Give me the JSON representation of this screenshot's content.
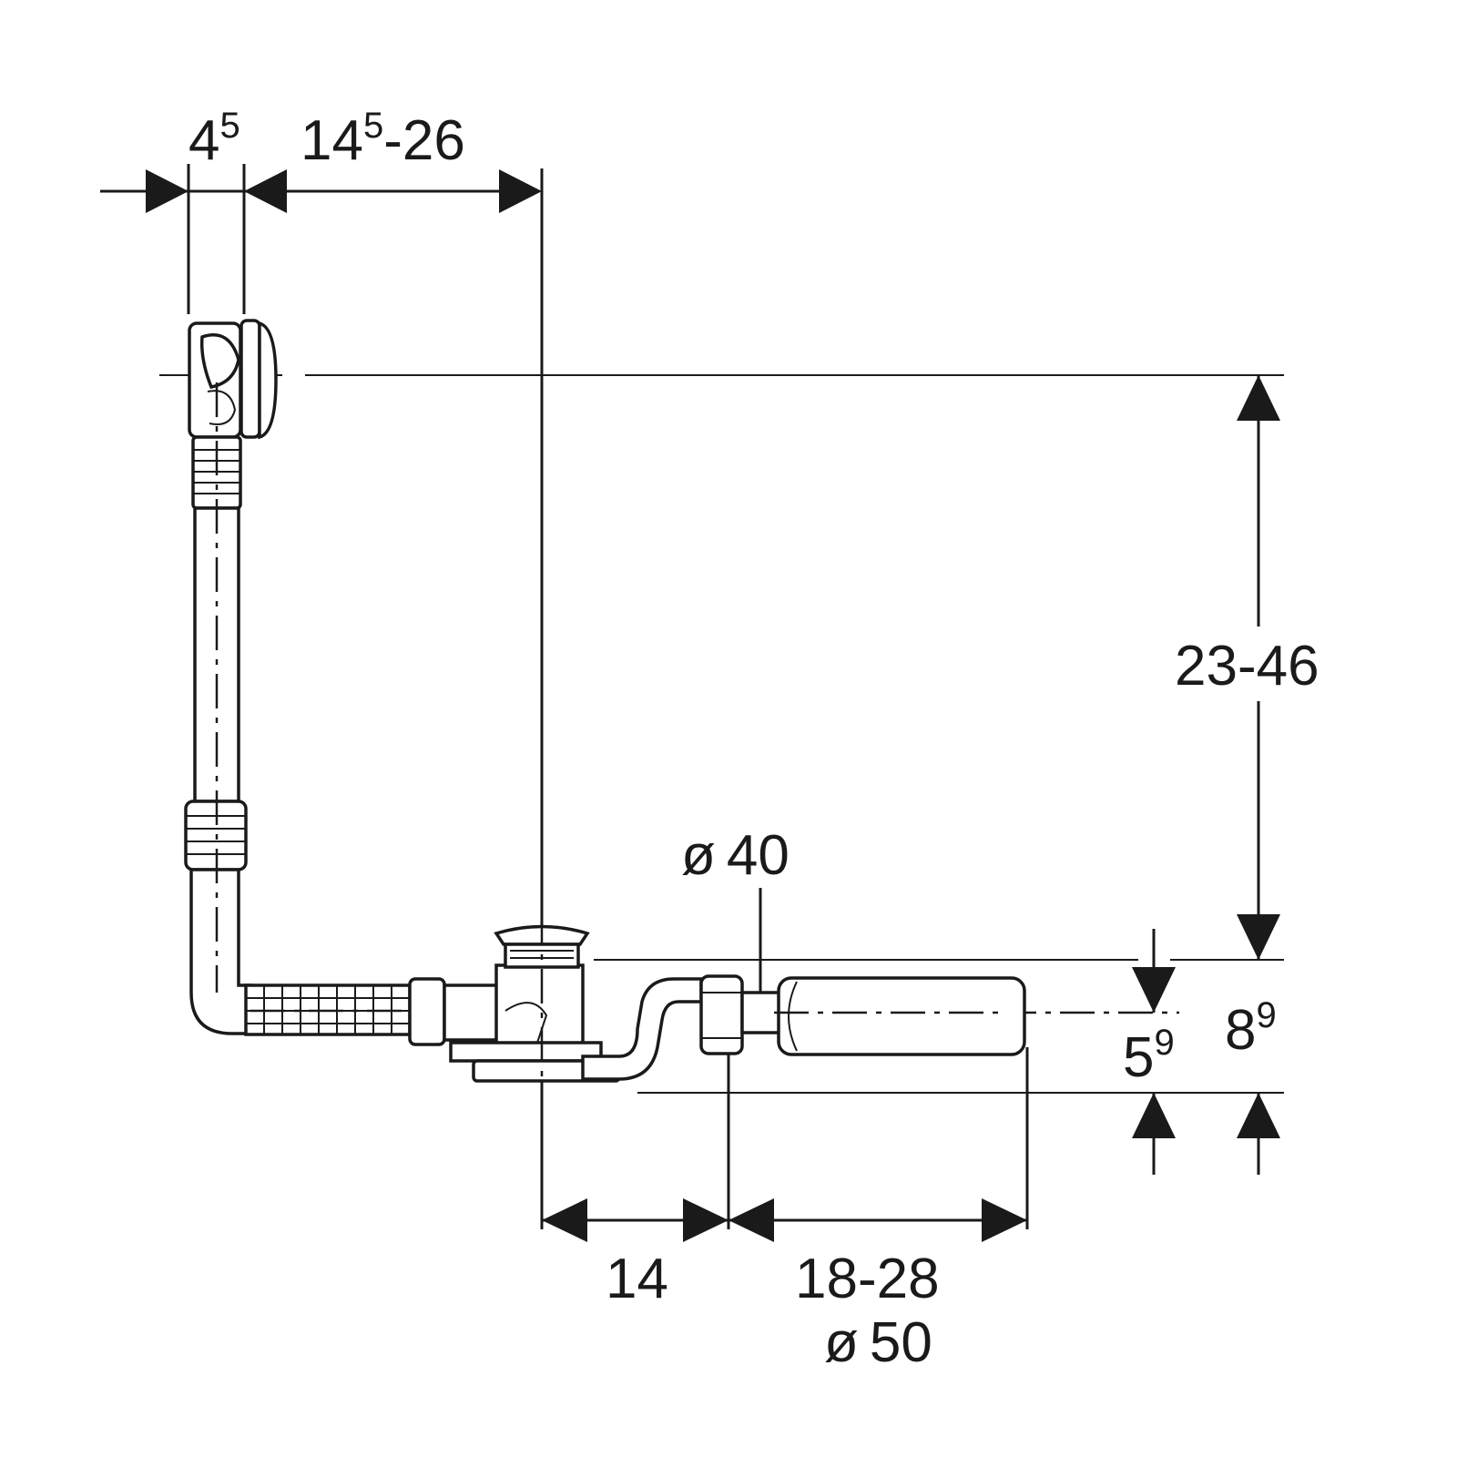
{
  "dimensions": {
    "overflow_width": {
      "base": "4",
      "sup": "5"
    },
    "overflow_offset": {
      "base": "14",
      "sup": "5",
      "rest": "-26"
    },
    "height_range": {
      "text": "23-46"
    },
    "pipe_diameter_in": {
      "symbol": "ø",
      "value": "40"
    },
    "drain_offset": {
      "text": "14"
    },
    "outlet_length": {
      "text": "18-28"
    },
    "pipe_diameter_out": {
      "symbol": "ø",
      "value": "50"
    },
    "outlet_height": {
      "base": "5",
      "sup": "9"
    },
    "total_height": {
      "base": "8",
      "sup": "9"
    }
  }
}
